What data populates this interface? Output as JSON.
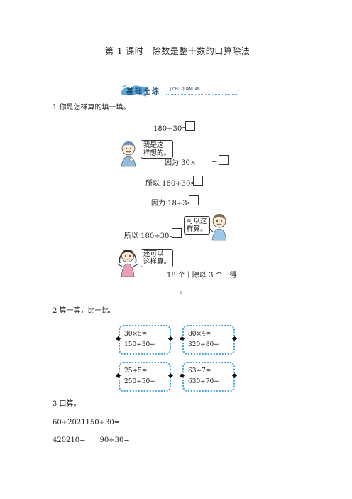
{
  "title": "第 1 课时　除数是整十数的口算除法",
  "banner": {
    "main": "基础全练",
    "sub": "JICHU QUANLIAN"
  },
  "q1": {
    "prompt": "1 你是怎样算的填一填。",
    "eq1": "180÷30=",
    "bubble1": [
      "我是这",
      "样想的。"
    ],
    "eq2_pre": "因为 30×",
    "eq2_mid": "=",
    "eq3": "所以 180÷30=",
    "eq4": "因为 18÷3=",
    "bubble2": [
      "可以这",
      "样算。"
    ],
    "eq5": "所以 180÷30=",
    "bubble3": [
      "还可以",
      "这样算。"
    ],
    "eq6": "18 个十除以 3 个十得",
    "eq7": "。"
  },
  "q2": {
    "prompt": "2 算一算，比一比。",
    "cards": [
      [
        "30×5=",
        "150÷30="
      ],
      [
        "80×4=",
        "320÷80="
      ],
      [
        "25÷5=",
        "250÷50="
      ],
      [
        "63÷7=",
        "630÷70="
      ]
    ]
  },
  "q3": {
    "prompt": "3 口算。",
    "line1": "60÷2021150÷30=",
    "line2": "420210=　　90÷30="
  },
  "colors": {
    "banner_blue": "#5aa9d6",
    "card_border": "#4aa3d8"
  }
}
